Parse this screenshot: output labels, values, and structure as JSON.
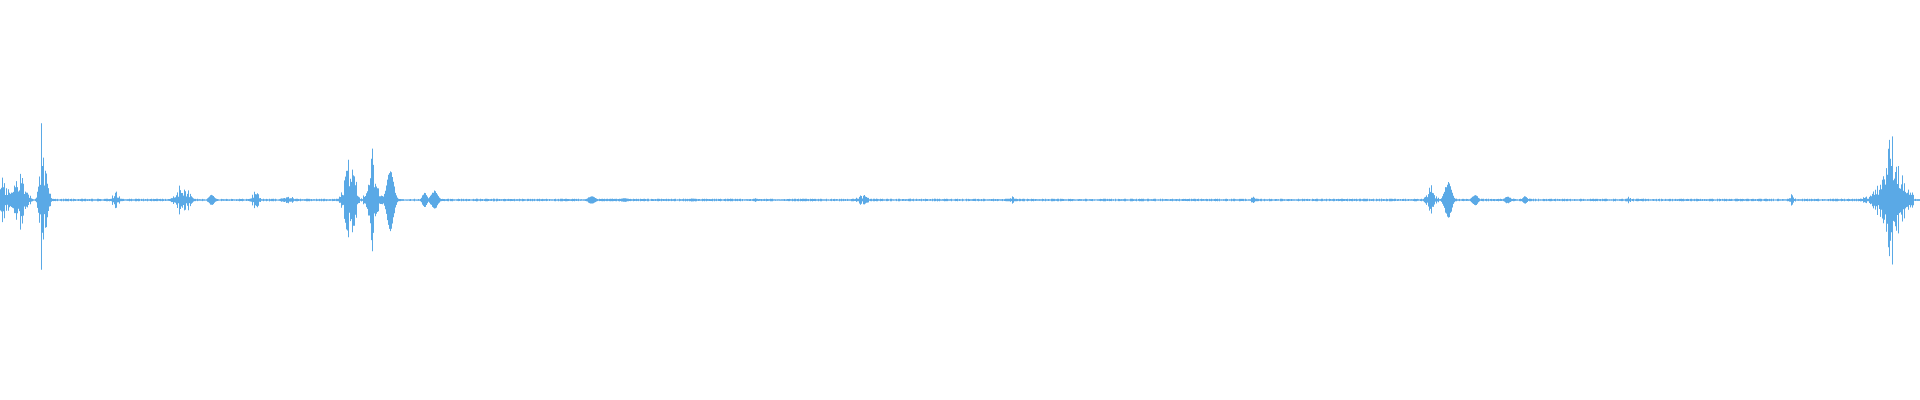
{
  "waveform": {
    "color": "#5aa9e6",
    "baseline": "centered",
    "amplitude_scale": "normalized 0-1",
    "bursts": [
      {
        "t": 0.0,
        "w": 0.012,
        "amp": 0.12,
        "style": "noise"
      },
      {
        "t": 0.01,
        "w": 0.01,
        "amp": 0.16,
        "style": "noise"
      },
      {
        "t": 0.0215,
        "w": 0.0035,
        "amp": 0.5,
        "style": "spike"
      },
      {
        "t": 0.024,
        "w": 0.004,
        "amp": 0.22,
        "style": "noise"
      },
      {
        "t": 0.06,
        "w": 0.006,
        "amp": 0.05,
        "style": "noise"
      },
      {
        "t": 0.095,
        "w": 0.01,
        "amp": 0.09,
        "style": "noise"
      },
      {
        "t": 0.11,
        "w": 0.006,
        "amp": 0.03,
        "style": "blob"
      },
      {
        "t": 0.133,
        "w": 0.005,
        "amp": 0.06,
        "style": "noise"
      },
      {
        "t": 0.15,
        "w": 0.01,
        "amp": 0.02,
        "style": "noise"
      },
      {
        "t": 0.182,
        "w": 0.008,
        "amp": 0.28,
        "style": "noise"
      },
      {
        "t": 0.194,
        "w": 0.006,
        "amp": 0.35,
        "style": "spike"
      },
      {
        "t": 0.203,
        "w": 0.007,
        "amp": 0.18,
        "style": "blob"
      },
      {
        "t": 0.221,
        "w": 0.005,
        "amp": 0.04,
        "style": "blob"
      },
      {
        "t": 0.226,
        "w": 0.007,
        "amp": 0.05,
        "style": "blob"
      },
      {
        "t": 0.275,
        "w": 0.008,
        "amp": 0.006,
        "style": "noise"
      },
      {
        "t": 0.308,
        "w": 0.008,
        "amp": 0.02,
        "style": "blob"
      },
      {
        "t": 0.325,
        "w": 0.01,
        "amp": 0.01,
        "style": "blob"
      },
      {
        "t": 0.36,
        "w": 0.018,
        "amp": 0.008,
        "style": "noise"
      },
      {
        "t": 0.393,
        "w": 0.004,
        "amp": 0.01,
        "style": "noise"
      },
      {
        "t": 0.449,
        "w": 0.008,
        "amp": 0.03,
        "style": "noise"
      },
      {
        "t": 0.527,
        "w": 0.004,
        "amp": 0.02,
        "style": "noise"
      },
      {
        "t": 0.652,
        "w": 0.005,
        "amp": 0.02,
        "style": "noise"
      },
      {
        "t": 0.745,
        "w": 0.006,
        "amp": 0.1,
        "style": "spike"
      },
      {
        "t": 0.754,
        "w": 0.007,
        "amp": 0.1,
        "style": "blob"
      },
      {
        "t": 0.768,
        "w": 0.006,
        "amp": 0.03,
        "style": "blob"
      },
      {
        "t": 0.785,
        "w": 0.006,
        "amp": 0.02,
        "style": "blob"
      },
      {
        "t": 0.794,
        "w": 0.005,
        "amp": 0.02,
        "style": "blob"
      },
      {
        "t": 0.848,
        "w": 0.004,
        "amp": 0.02,
        "style": "noise"
      },
      {
        "t": 0.933,
        "w": 0.004,
        "amp": 0.04,
        "style": "spike"
      },
      {
        "t": 0.972,
        "w": 0.008,
        "amp": 0.02,
        "style": "noise"
      },
      {
        "t": 0.985,
        "w": 0.015,
        "amp": 0.42,
        "style": "spike"
      }
    ]
  }
}
